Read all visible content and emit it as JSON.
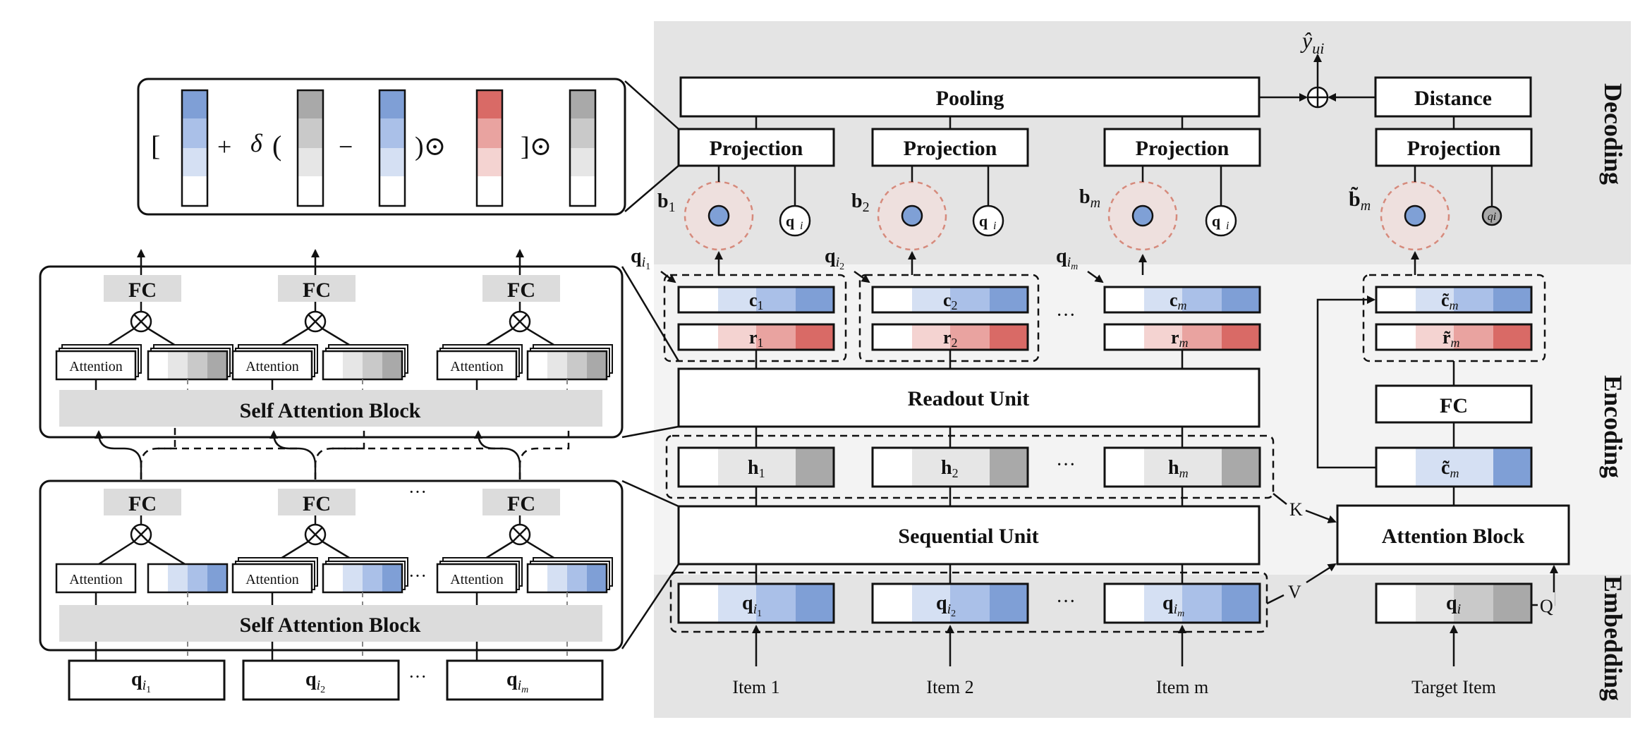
{
  "sections": {
    "decoding": "Decoding",
    "encoding": "Encoding",
    "embedding": "Embedding"
  },
  "decoder": {
    "pooling": "Pooling",
    "distance": "Distance",
    "projection": "Projection",
    "output": "ŷ",
    "output_sub": "ui",
    "b_labels": [
      {
        "base": "b",
        "sub": "1"
      },
      {
        "base": "b",
        "sub": "2"
      },
      {
        "base": "b",
        "sub": "m"
      },
      {
        "base": "b̃",
        "sub": "m"
      }
    ],
    "q_label": "q",
    "q_sub": "i",
    "q_small": "qi"
  },
  "encoder": {
    "readout": "Readout Unit",
    "sequential": "Sequential Unit",
    "attention_block": "Attention Block",
    "fc": "FC",
    "K": "K",
    "V": "V",
    "Q": "Q",
    "ellipsis": "···",
    "qim_labels": [
      {
        "base": "q",
        "sub": "i",
        "subsub": "1"
      },
      {
        "base": "q",
        "sub": "i",
        "subsub": "2"
      },
      {
        "base": "q",
        "sub": "i",
        "subsub": "m"
      }
    ],
    "c_labels": [
      {
        "base": "c",
        "sub": "1"
      },
      {
        "base": "c",
        "sub": "2"
      },
      {
        "base": "c",
        "sub": "m"
      },
      {
        "base": "c̃",
        "sub": "m"
      }
    ],
    "r_labels": [
      {
        "base": "r",
        "sub": "1"
      },
      {
        "base": "r",
        "sub": "2"
      },
      {
        "base": "r",
        "sub": "m"
      },
      {
        "base": "r̃",
        "sub": "m"
      }
    ],
    "h_labels": [
      {
        "base": "h",
        "sub": "1"
      },
      {
        "base": "h",
        "sub": "2"
      },
      {
        "base": "h",
        "sub": "m"
      }
    ],
    "cm_tilde": {
      "base": "c̃",
      "sub": "m"
    }
  },
  "embedding": {
    "items": [
      "Item 1",
      "Item 2",
      "Item m",
      "Target Item"
    ],
    "q_labels": [
      {
        "base": "q",
        "sub": "i",
        "subsub": "1"
      },
      {
        "base": "q",
        "sub": "i",
        "subsub": "2"
      },
      {
        "base": "q",
        "sub": "i",
        "subsub": "m"
      }
    ],
    "target": {
      "base": "q",
      "sub": "i"
    }
  },
  "left_panel": {
    "fc": "FC",
    "attention": "Attention",
    "self_attention_block": "Self Attention Block",
    "ellipsis": "···",
    "q_labels": [
      {
        "base": "q",
        "sub": "i",
        "subsub": "1"
      },
      {
        "base": "q",
        "sub": "i",
        "subsub": "2"
      },
      {
        "base": "q",
        "sub": "i",
        "subsub": "m"
      }
    ]
  },
  "formula": {
    "open_bracket": "[",
    "plus": "+",
    "delta": "δ",
    "open_paren": "(",
    "minus": "−",
    "close_paren_odot": ")⊙",
    "close_bracket_odot": "]⊙"
  },
  "colors": {
    "panel_gray": "#e4e4e4",
    "encoding_band": "#f3f3f3",
    "blue_dark": "#7f9fd6",
    "blue_mid": "#aac0e8",
    "blue_light": "#d5e0f3",
    "red_dark": "#d96a66",
    "red_mid": "#e9a3a0",
    "red_light": "#f4d3d1",
    "gray_dark": "#a9a9a9",
    "gray_mid": "#c9c9c9",
    "gray_light": "#e6e6e6",
    "fc_gray": "#dcdcdc",
    "sab_gray": "#dcdcdc"
  }
}
